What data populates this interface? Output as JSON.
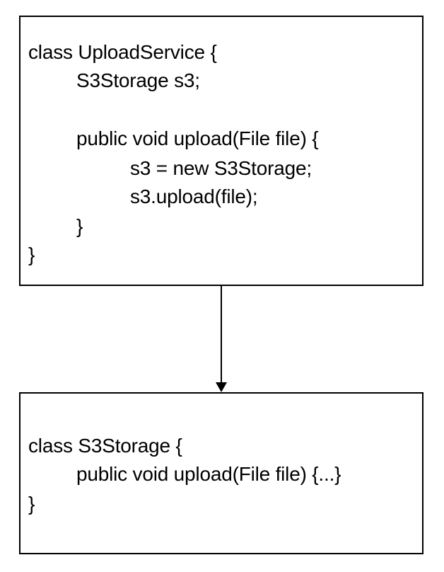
{
  "diagram": {
    "upload_service_box": {
      "lines": [
        "class UploadService {",
        "S3Storage s3;",
        "public void upload(File file) {",
        "s3 = new S3Storage;",
        "s3.upload(file);",
        "}",
        "}"
      ]
    },
    "s3_storage_box": {
      "lines": [
        "class S3Storage {",
        "public void upload(File file) {...}",
        "}"
      ]
    },
    "connector": {
      "from": "upload_service_box",
      "to": "s3_storage_box",
      "style": "solid-arrow"
    },
    "colors": {
      "stroke": "#000000",
      "background": "#ffffff",
      "text": "#000000"
    }
  }
}
